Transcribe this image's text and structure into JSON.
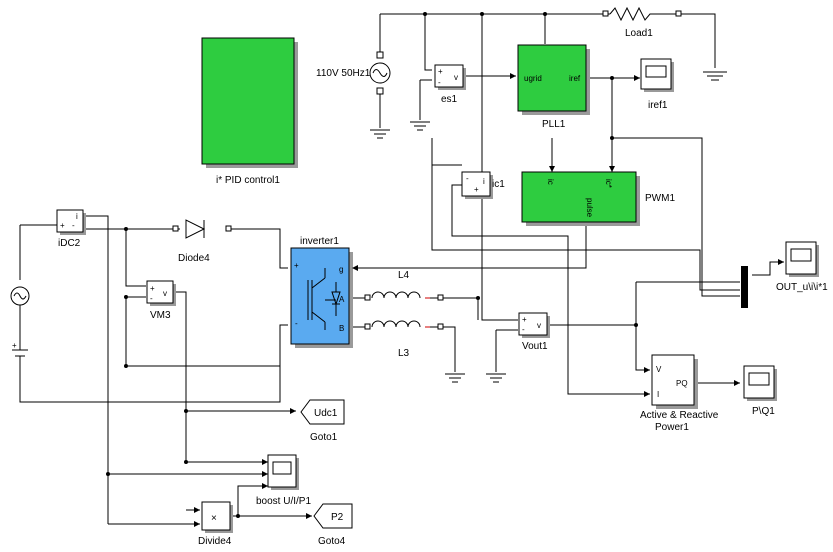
{
  "blocks": {
    "load": "Load1",
    "source_ac": "110V 50Hz1",
    "es": "es1",
    "pll": "PLL1",
    "pll_in": "ugrid",
    "pll_out": "iref",
    "iref_scope": "iref1",
    "pid": "i* PID control1",
    "ic_meas": "ic1",
    "pwm": "PWM1",
    "pwm_in1": "ic",
    "pwm_in2": "ic*",
    "pwm_out": "pulse",
    "idc": "iDC2",
    "diode": "Diode4",
    "inverter": "inverter1",
    "inv_g": "g",
    "inv_a": "A",
    "inv_b": "B",
    "l4": "L4",
    "l3": "L3",
    "vm": "VM3",
    "vout": "Vout1",
    "udc": "Udc1",
    "goto1": "Goto1",
    "boost_scope": "boost U/I/P1",
    "p2": "P2",
    "goto4": "Goto4",
    "divide": "Divide4",
    "pq_block_line1": "Active & Reactive",
    "pq_block_line2": "Power1",
    "pq_in_v": "V",
    "pq_in_i": "I",
    "pq_out": "PQ",
    "pq_scope": "P\\Q1",
    "out_scope": "OUT_u\\i\\i*1",
    "meas_v": "v",
    "meas_i": "i",
    "plus": "+",
    "minus": "-",
    "times": "×"
  }
}
